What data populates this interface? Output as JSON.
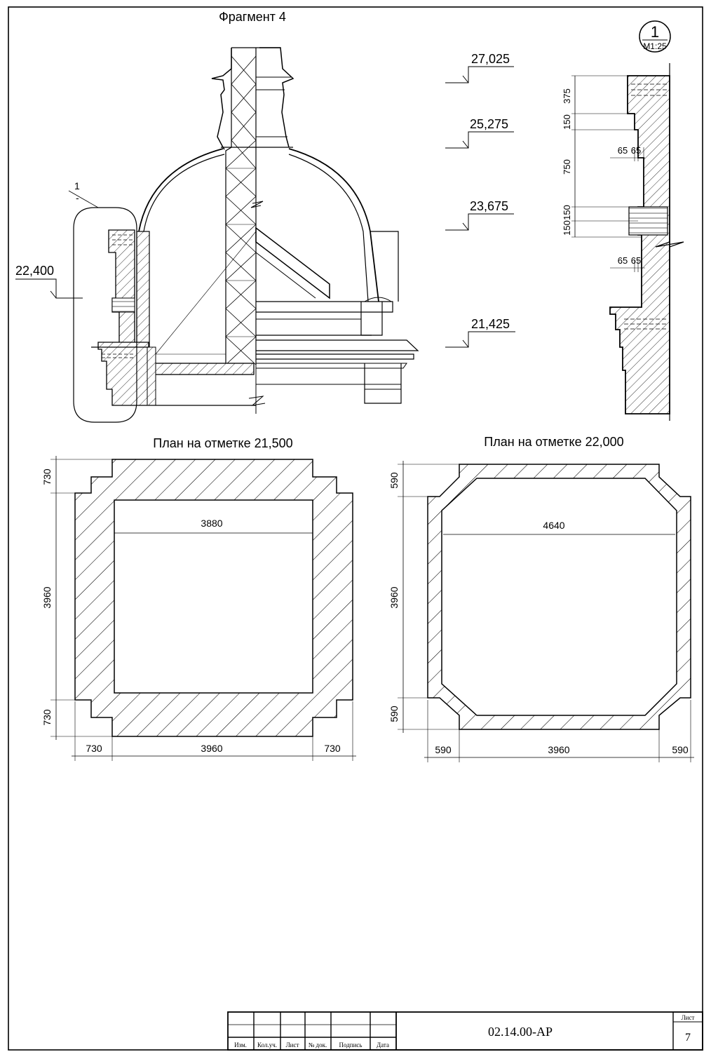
{
  "fragment": {
    "title": "Фрагмент 4",
    "callout_number": "1",
    "callout_dash": "-",
    "elevations": {
      "left": "22,400",
      "e27025": "27,025",
      "e25275": "25,275",
      "e23675": "23,675",
      "e21425": "21,425"
    }
  },
  "detail": {
    "number": "1",
    "scale": "М1:25",
    "dims": {
      "d375": "375",
      "d150a": "150",
      "d750": "750",
      "d150b": "150",
      "d150c": "150",
      "d65a": "65",
      "d65b": "65",
      "d65c": "65",
      "d65d": "65"
    }
  },
  "plan_left": {
    "title": "План на отметке 21,500",
    "inner_width": "3880",
    "left_dims": [
      "730",
      "3960",
      "730"
    ],
    "bottom_dims": [
      "730",
      "3960",
      "730"
    ]
  },
  "plan_right": {
    "title": "План на отметке 22,000",
    "inner_width": "4640",
    "left_dims": [
      "590",
      "3960",
      "590"
    ],
    "bottom_dims": [
      "590",
      "3960",
      "590"
    ]
  },
  "title_block": {
    "columns": [
      "Изм.",
      "Кол.уч.",
      "Лист",
      "№ док.",
      "Подпись",
      "Дата"
    ],
    "code": "02.14.00-АР",
    "sheet_label": "Лист",
    "sheet_number": "7"
  }
}
